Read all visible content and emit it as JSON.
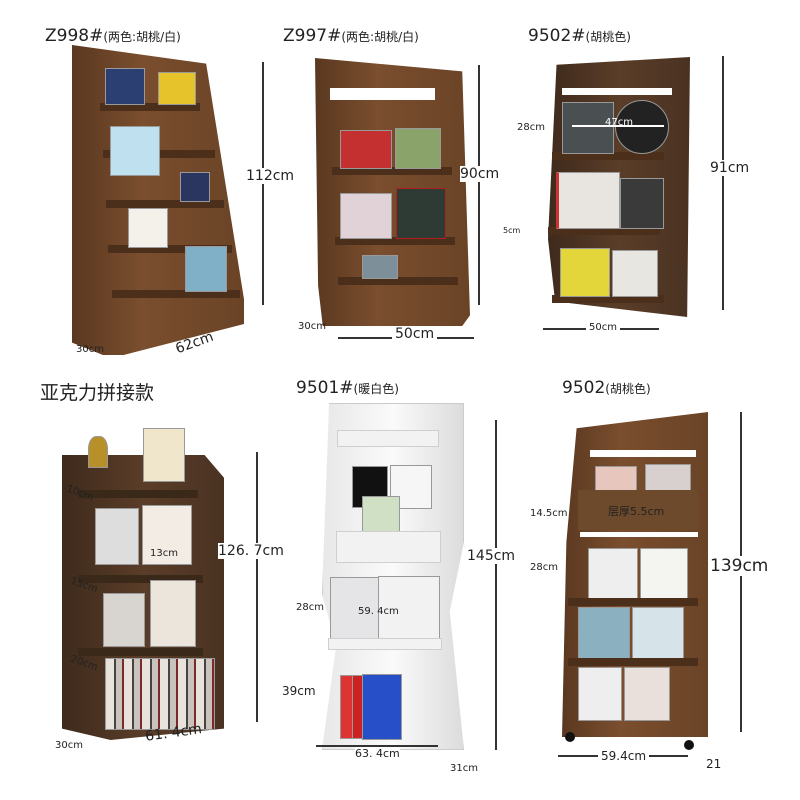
{
  "products": [
    {
      "model": "Z998#",
      "note": "(两色:胡桃/白)",
      "dims": {
        "height": "112cm",
        "width": "62cm",
        "depth": "30cm"
      }
    },
    {
      "model": "Z997#",
      "note": "(两色:胡桃/白)",
      "dims": {
        "height": "90cm",
        "width": "50cm",
        "depth": "30cm"
      }
    },
    {
      "model": "9502#",
      "note": "(胡桃色)",
      "dims": {
        "height": "91cm",
        "width": "50cm",
        "shelf": "28cm",
        "inner": "47cm",
        "lip": "5cm"
      }
    },
    {
      "model": "亚克力拼接款",
      "note": "",
      "dims": {
        "height": "126. 7cm",
        "width": "61. 4cm",
        "depth": "30cm",
        "d1": "10cm",
        "d2": "13cm",
        "d3": "15cm",
        "d4": "20cm"
      }
    },
    {
      "model": "9501#",
      "note": "(暖白色)",
      "dims": {
        "height": "145cm",
        "width": "63. 4cm",
        "depth": "31cm",
        "shelf": "28cm",
        "inner": "59. 4cm",
        "bottom": "39cm"
      }
    },
    {
      "model": "9502",
      "note": "(胡桃色)",
      "dims": {
        "height": "139cm",
        "width": "59.4cm",
        "depth": "21",
        "top": "14.5cm",
        "board": "层厚5.5cm",
        "shelf": "28cm"
      }
    }
  ],
  "colors": {
    "walnut": "#6a4326",
    "dark_walnut": "#4a3222",
    "warm_white": "#f2f2f2"
  }
}
